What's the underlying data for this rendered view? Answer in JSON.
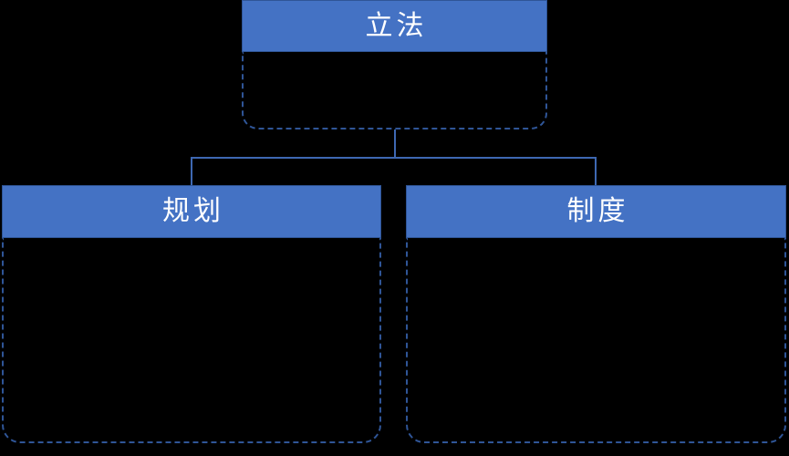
{
  "diagram": {
    "type": "hierarchy",
    "colors": {
      "background": "#000000",
      "header_fill": "#4472C4",
      "border_color": "#2F5597",
      "connector_color": "#3E68B2",
      "text_color": "#FFFFFF"
    },
    "nodes": [
      {
        "id": "legislation",
        "label": "立法",
        "level": 1,
        "children": [
          "planning",
          "system"
        ]
      },
      {
        "id": "planning",
        "label": "规划",
        "level": 2,
        "parent": "legislation"
      },
      {
        "id": "system",
        "label": "制度",
        "level": 2,
        "parent": "legislation"
      }
    ]
  }
}
